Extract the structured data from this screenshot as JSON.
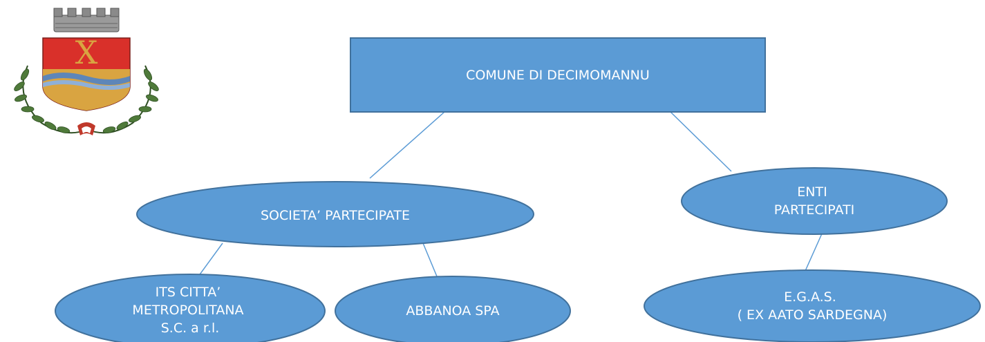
{
  "emblem": {
    "icon": "municipal-coat-of-arms-icon",
    "letter": "X",
    "colors": {
      "shield_red": "#d9302a",
      "shield_gold": "#c99a3a",
      "river_blue": "#5e86b8",
      "crown_gray": "#8a8a8a",
      "laurel_green": "#4f7a3a"
    }
  },
  "nodes": {
    "root": {
      "lines": [
        "COMUNE DI DECIMOMANNU"
      ]
    },
    "societa": {
      "lines": [
        "SOCIETA’ PARTECIPATE"
      ]
    },
    "enti": {
      "lines": [
        "ENTI",
        "PARTECIPATI"
      ]
    },
    "its": {
      "lines": [
        "ITS CITTA’",
        "METROPOLITANA",
        "S.C. a r.l."
      ]
    },
    "abbanoa": {
      "lines": [
        "ABBANOA SPA"
      ]
    },
    "egas": {
      "lines": [
        "E.G.A.S.",
        "( EX AATO SARDEGNA)"
      ]
    }
  },
  "edges": [
    {
      "from": "root",
      "to": "societa"
    },
    {
      "from": "root",
      "to": "enti"
    },
    {
      "from": "societa",
      "to": "its"
    },
    {
      "from": "societa",
      "to": "abbanoa"
    },
    {
      "from": "enti",
      "to": "egas"
    }
  ],
  "colors": {
    "node_fill": "#5b9bd5",
    "node_stroke": "#41719c",
    "text": "#ffffff"
  }
}
